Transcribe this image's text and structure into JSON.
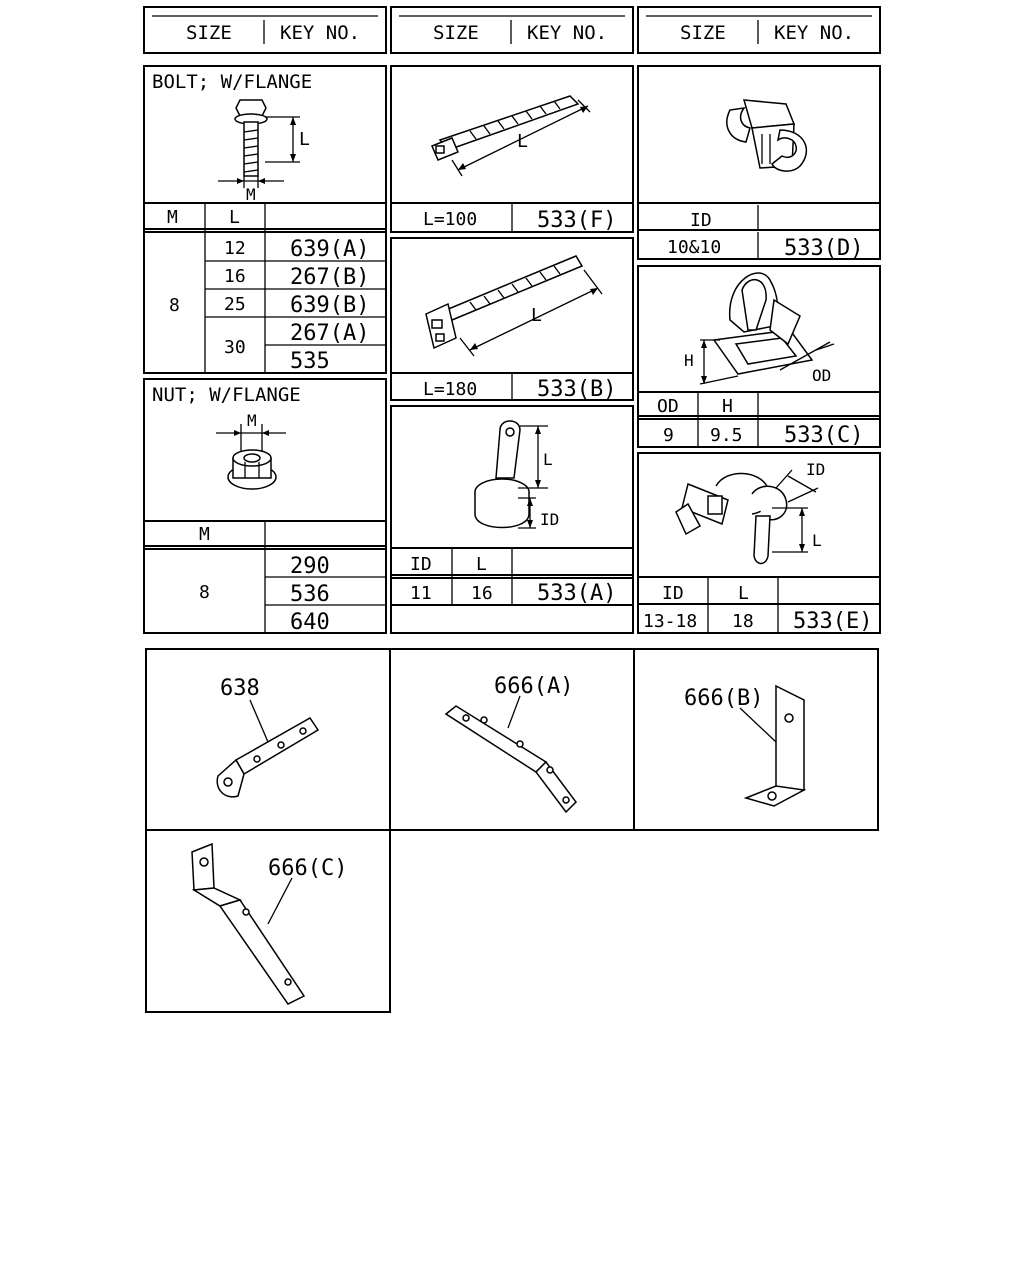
{
  "header": {
    "size_label": "SIZE",
    "key_label": "KEY NO."
  },
  "bolt": {
    "title": "BOLT; W/FLANGE",
    "dim_l": "L",
    "dim_m": "M",
    "col_m": "M",
    "col_l": "L",
    "m_value": "8",
    "rows": [
      {
        "l": "12",
        "key": "639(A)"
      },
      {
        "l": "16",
        "key": "267(B)"
      },
      {
        "l": "25",
        "key": "639(B)"
      },
      {
        "l": "30",
        "key": "267(A)"
      },
      {
        "l": "",
        "key": "535"
      }
    ]
  },
  "nut": {
    "title": "NUT; W/FLANGE",
    "dim_m": "M",
    "col_m": "M",
    "m_value": "8",
    "keys": [
      "290",
      "536",
      "640"
    ]
  },
  "tie_f": {
    "dim_l": "L",
    "size": "L=100",
    "key": "533(F)"
  },
  "tie_b": {
    "dim_l": "L",
    "size": "L=180",
    "key": "533(B)"
  },
  "clamp_a": {
    "dim_l": "L",
    "dim_id": "ID",
    "col_id": "ID",
    "col_l": "L",
    "id": "11",
    "l": "16",
    "key": "533(A)"
  },
  "clip_d": {
    "col_id": "ID",
    "id": "10&10",
    "key": "533(D)"
  },
  "clip_c": {
    "dim_h": "H",
    "dim_od": "OD",
    "col_od": "OD",
    "col_h": "H",
    "od": "9",
    "h": "9.5",
    "key": "533(C)"
  },
  "clip_e": {
    "dim_id": "ID",
    "dim_l": "L",
    "col_id": "ID",
    "col_l": "L",
    "id": "13-18",
    "l": "18",
    "key": "533(E)"
  },
  "brackets": [
    {
      "label": "638"
    },
    {
      "label": "666(A)"
    },
    {
      "label": "666(B)"
    },
    {
      "label": "666(C)"
    }
  ]
}
